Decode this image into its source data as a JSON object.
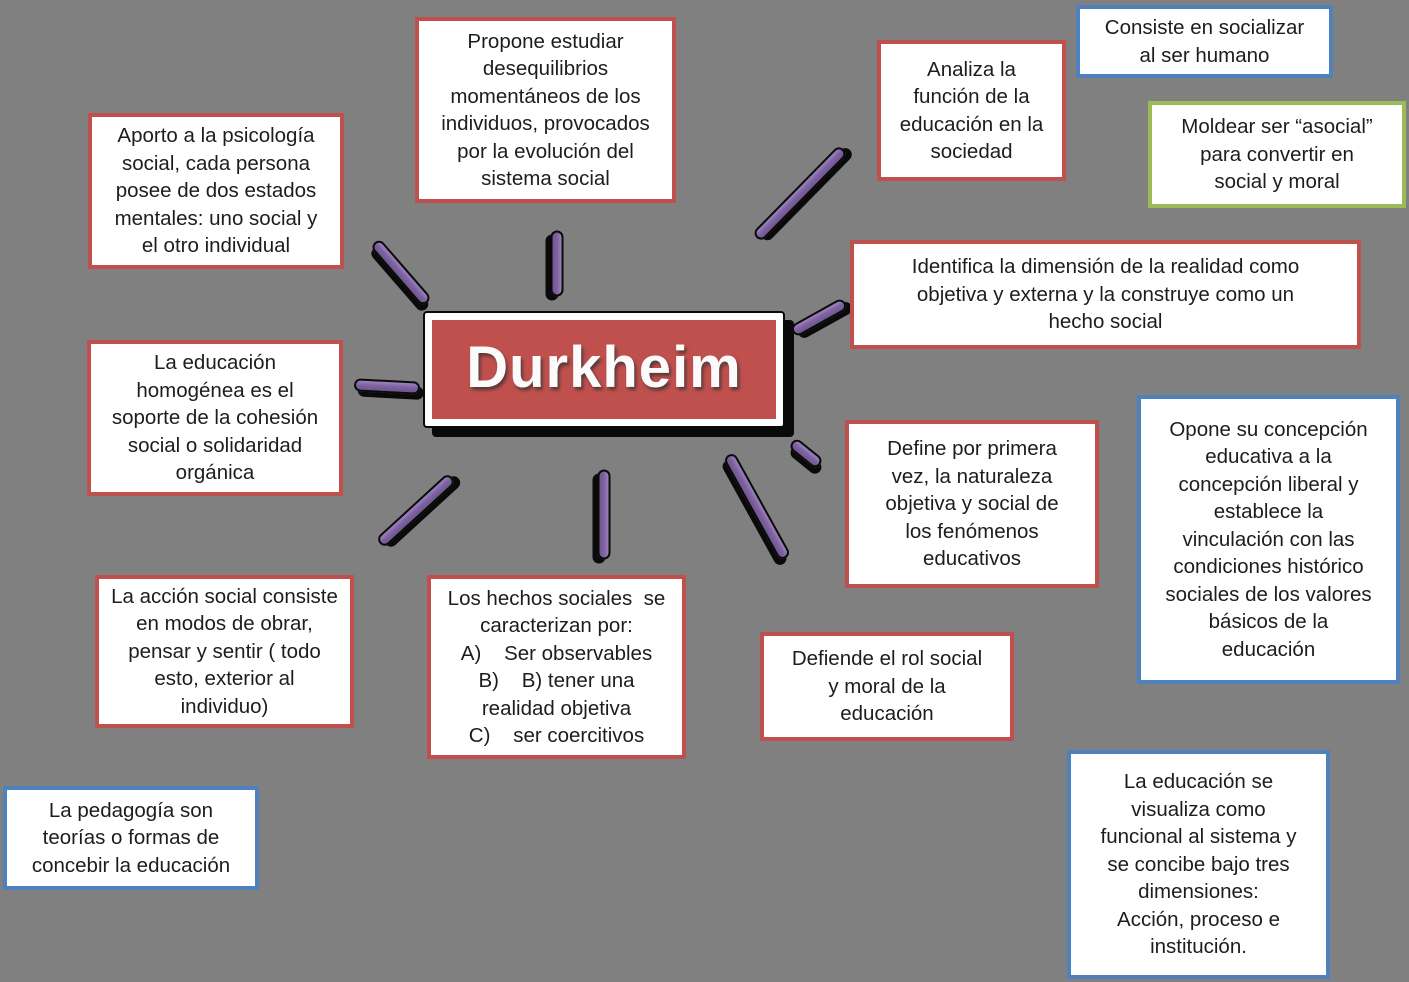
{
  "title": "Durkheim concept map",
  "background_color": "#808080",
  "colors": {
    "red": "#c0504d",
    "blue": "#4f81bd",
    "green": "#9bbb59",
    "purple": "#8064a2",
    "center_fill": "#c0504d",
    "center_text": "#fbfbfb"
  },
  "center": {
    "title": "Durkheim"
  },
  "nodes": [
    {
      "id": "aporto",
      "border": "red",
      "lines": [
        "Aporto a la psicología",
        "social, cada persona",
        "posee de dos estados",
        "mentales: uno social y",
        "el otro individual"
      ]
    },
    {
      "id": "propone",
      "border": "red",
      "lines": [
        "Propone estudiar",
        "desequilibrios",
        "momentáneos de los",
        "individuos, provocados",
        "por la evolución del",
        "sistema social"
      ]
    },
    {
      "id": "analiza",
      "border": "red",
      "lines": [
        "Analiza la",
        "función de la",
        "educación en la",
        "sociedad"
      ]
    },
    {
      "id": "consiste",
      "border": "blue",
      "lines": [
        "Consiste en socializar",
        "al ser humano"
      ]
    },
    {
      "id": "moldear",
      "border": "green",
      "lines": [
        "Moldear ser “asocial”",
        "para convertir en",
        "social y moral"
      ]
    },
    {
      "id": "identifica",
      "border": "red",
      "lines": [
        "Identifica la dimensión de la realidad como",
        "objetiva y externa y la construye como un",
        "hecho social"
      ]
    },
    {
      "id": "homogenea",
      "border": "red",
      "lines": [
        "La educación",
        "homogénea es el",
        "soporte de la cohesión",
        "social o solidaridad",
        "orgánica"
      ]
    },
    {
      "id": "define",
      "border": "red",
      "lines": [
        "Define por primera",
        "vez, la naturaleza",
        "objetiva y social de",
        "los fenómenos",
        "educativos"
      ]
    },
    {
      "id": "opone",
      "border": "blue",
      "lines": [
        "Opone su concepción",
        "educativa a la",
        "concepción liberal y",
        "establece la",
        "vinculación con las",
        "condiciones histórico",
        "sociales de los valores",
        "básicos de la",
        "educación"
      ]
    },
    {
      "id": "accion",
      "border": "red",
      "lines": [
        "La acción social consiste",
        "en modos de obrar,",
        "pensar y sentir ( todo",
        "esto, exterior al",
        "individuo)"
      ]
    },
    {
      "id": "hechos",
      "border": "red",
      "lines": [
        "Los hechos sociales  se",
        "caracterizan por:",
        "A)    Ser observables",
        "B)    B) tener una",
        "realidad objetiva",
        "C)    ser coercitivos"
      ]
    },
    {
      "id": "defiende",
      "border": "red",
      "lines": [
        "Defiende el rol social",
        "y moral de la",
        "educación"
      ]
    },
    {
      "id": "pedagogia",
      "border": "blue",
      "lines": [
        "La pedagogía son",
        "teorías o formas de",
        "concebir la educación"
      ]
    },
    {
      "id": "educacion_tres",
      "border": "blue",
      "lines": [
        "La educación se",
        "visualiza como",
        "funcional al sistema y",
        "se concibe bajo tres",
        "dimensiones:",
        "Acción, proceso e",
        "institución."
      ]
    }
  ]
}
